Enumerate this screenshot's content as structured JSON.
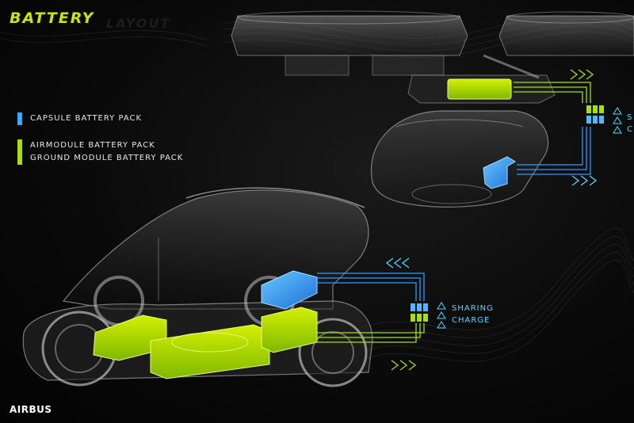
{
  "title": {
    "word1": "BATTERY",
    "word2": "LAYOUT"
  },
  "legend": [
    {
      "label": "CAPSULE BATTERY PACK",
      "color": "#3aa8ff"
    },
    {
      "label": "AIRMODULE BATTERY PACK",
      "color": "#a8e000"
    },
    {
      "label": "GROUND MODULE BATTERY PACK",
      "color": "#a8e000"
    }
  ],
  "charge_labels_bottom": {
    "sharing": "SHARING",
    "charge": "CHARGE"
  },
  "charge_labels_top": {
    "sharing": "S",
    "charge": "C"
  },
  "brand": "AIRBUS",
  "colors": {
    "capsule": "#2e9cff",
    "module": "#a8e000",
    "accent_blue": "#4fd6ff",
    "title_green": "#c8e600"
  }
}
